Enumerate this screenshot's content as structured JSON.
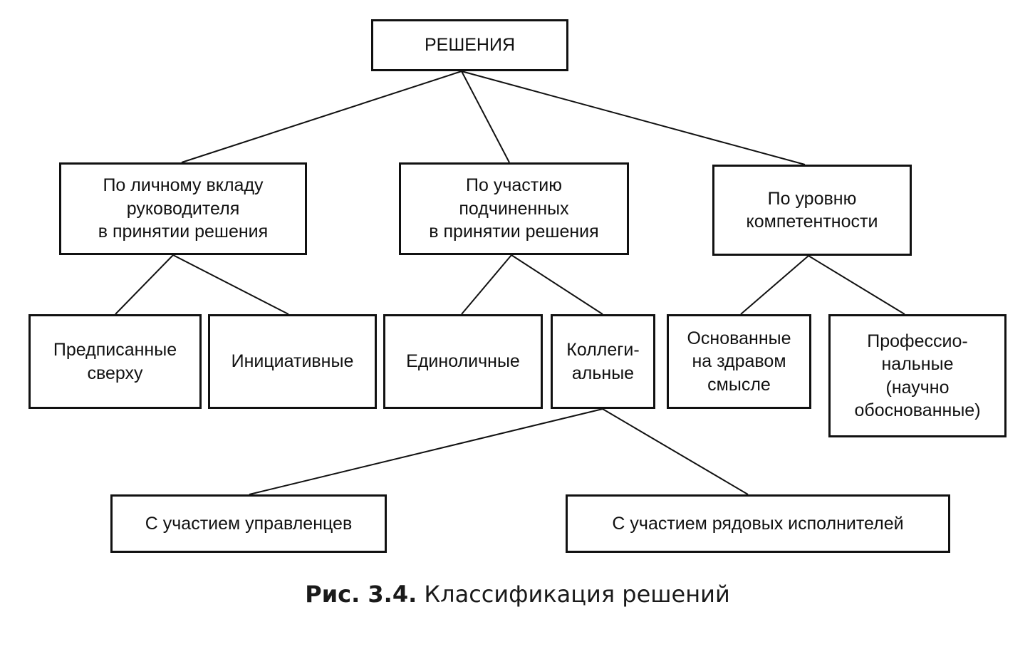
{
  "diagram": {
    "root": {
      "label": "РЕШЕНИЯ"
    },
    "categories": [
      {
        "label": "По личному вкладу\nруководителя\nв принятии решения",
        "children": [
          {
            "label": "Предписанные\nсверху"
          },
          {
            "label": "Инициативные"
          }
        ]
      },
      {
        "label": "По участию\nподчиненных\nв принятии решения",
        "children": [
          {
            "label": "Единоличные"
          },
          {
            "label": "Коллеги-\nальные",
            "children": [
              {
                "label": "С участием управленцев"
              },
              {
                "label": "С участием рядовых исполнителей"
              }
            ]
          }
        ]
      },
      {
        "label": "По уровню\nкомпетентности",
        "children": [
          {
            "label": "Основанные\nна здравом\nсмысле"
          },
          {
            "label": "Профессио-\nнальные\n(научно\nобоснованные)"
          }
        ]
      }
    ]
  },
  "caption": {
    "number": "Рис. 3.4.",
    "text": "Классификация решений"
  }
}
